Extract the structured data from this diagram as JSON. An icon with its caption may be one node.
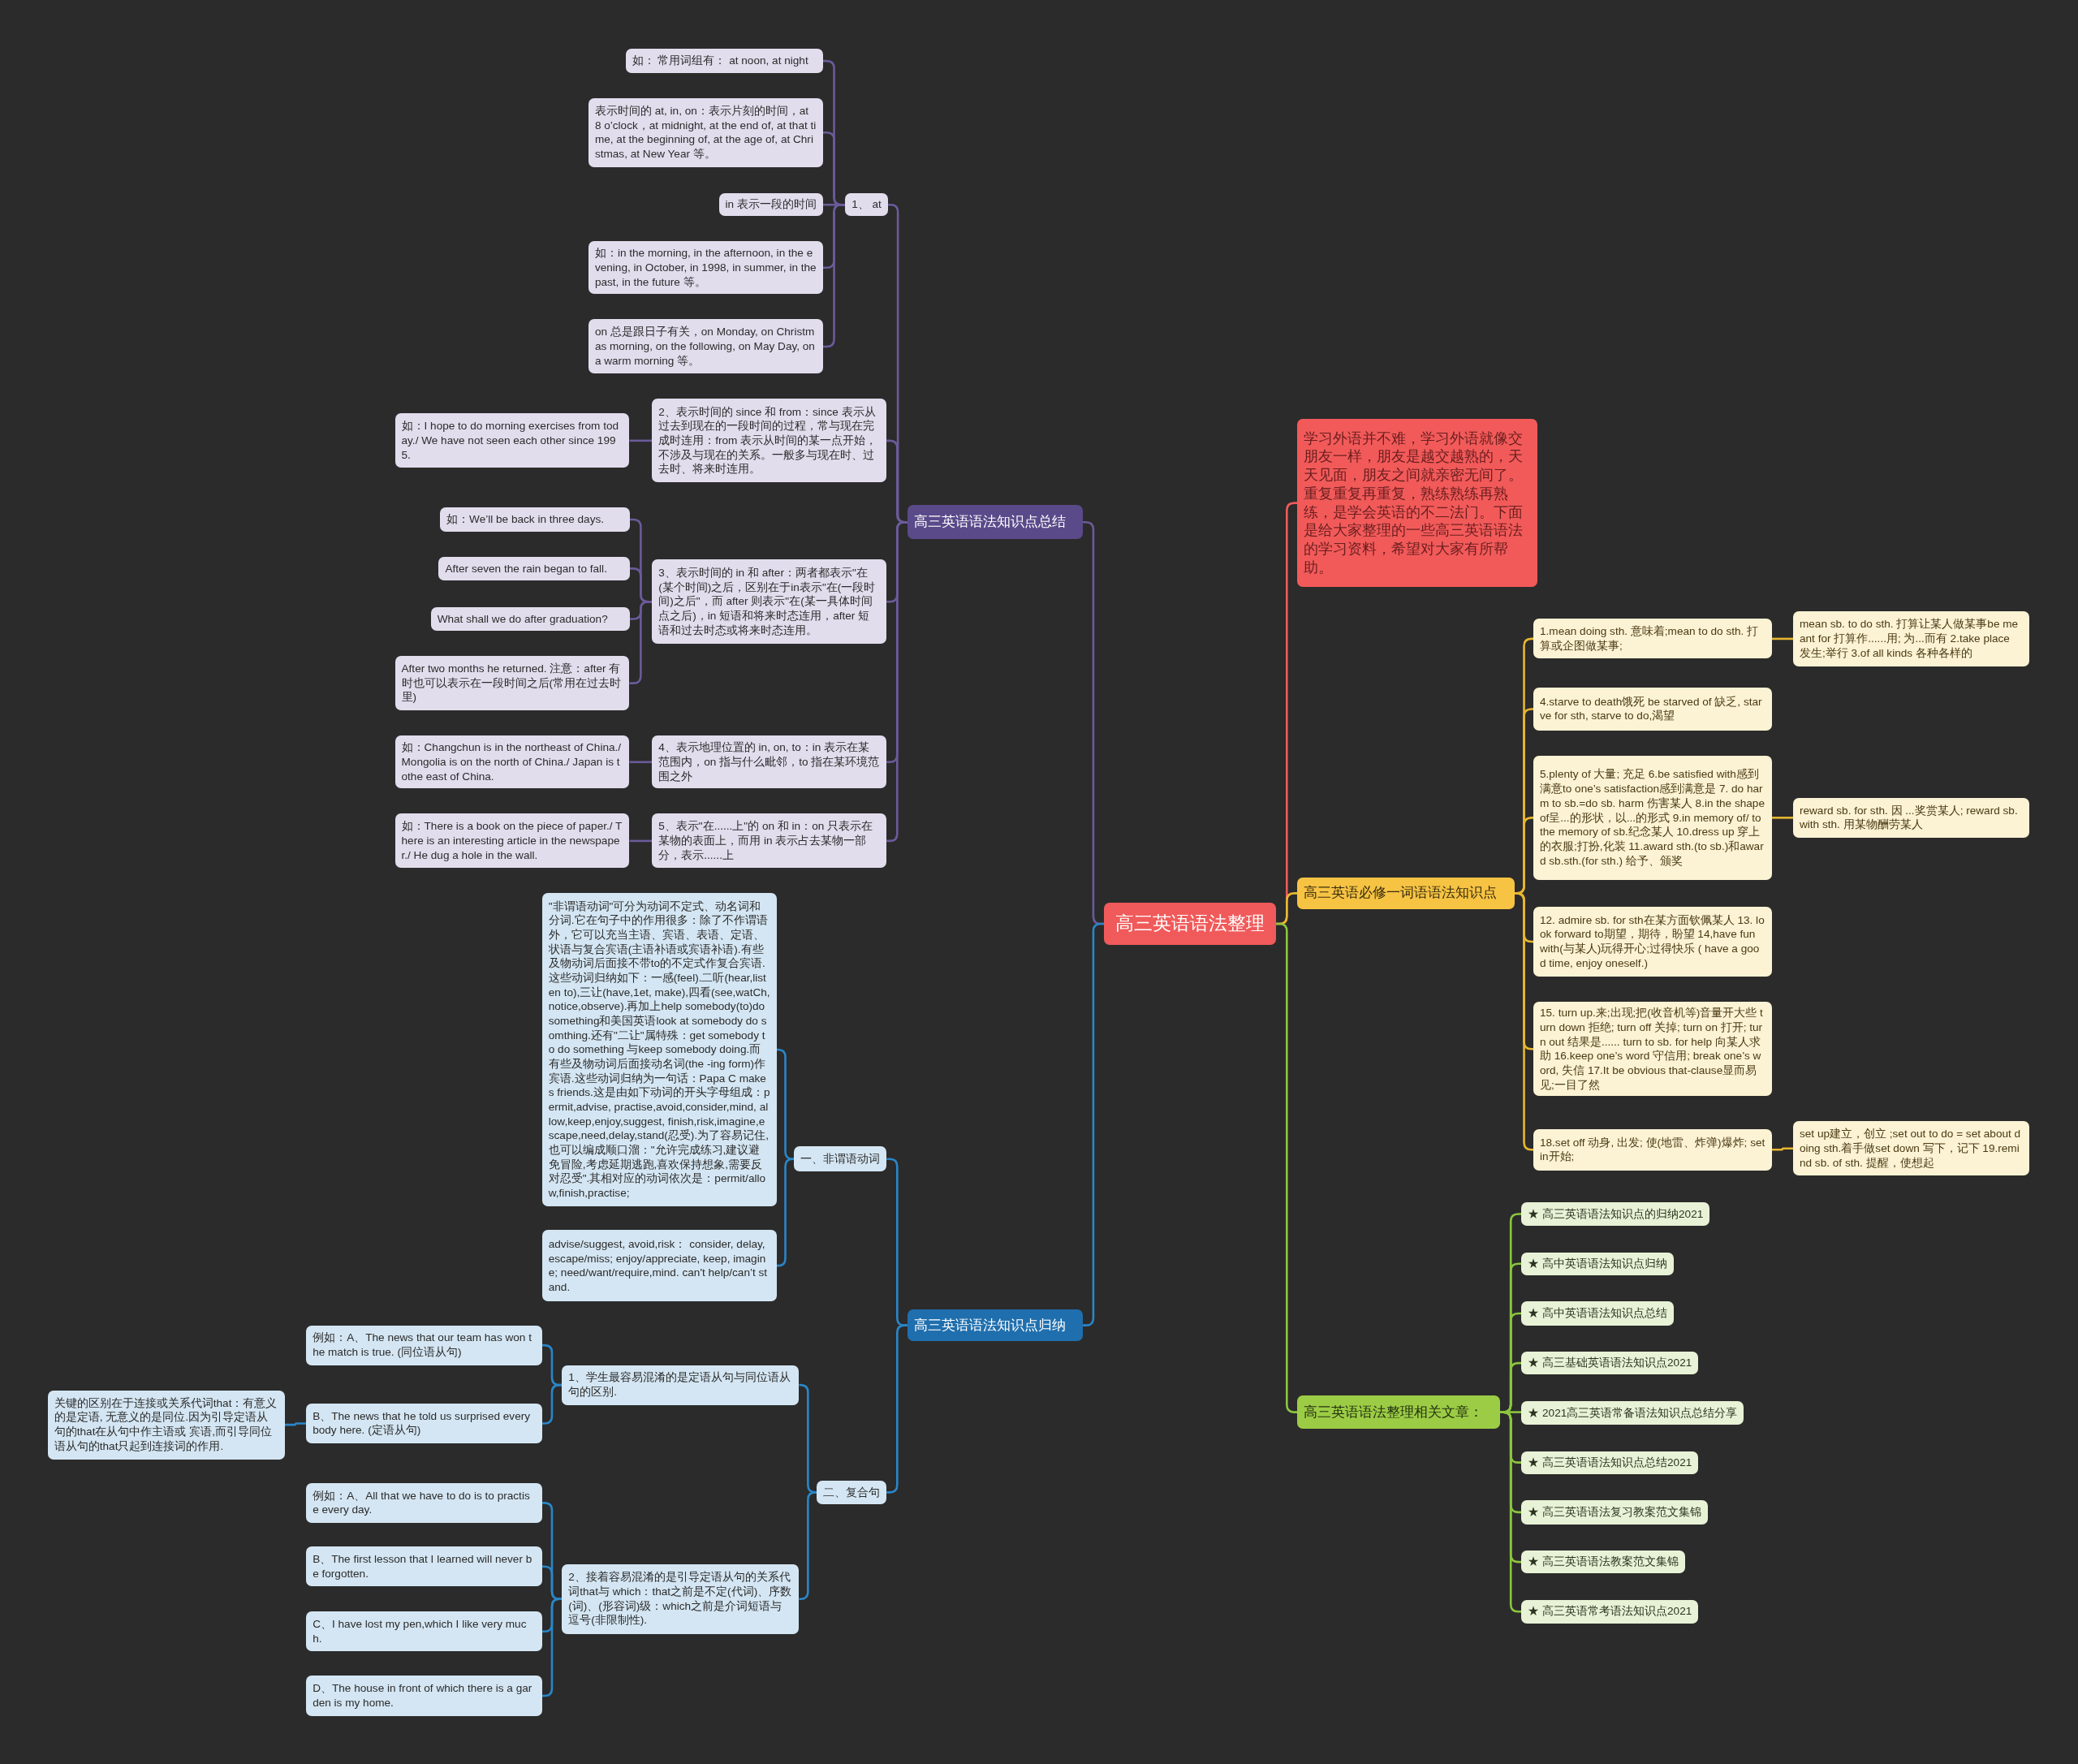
{
  "diagram": {
    "nodes": [
      {
        "text": [
          "高三英语语法整理"
        ]
      },
      {
        "text": [
          "高三英语语法知识点总结"
        ]
      },
      {
        "text": [
          "1、 at"
        ]
      },
      {
        "text": [
          "如： 常用词组有： at noon, at night"
        ]
      },
      {
        "text": [
          "表示时间的 at, in, on：表示片刻的时间，at 8 o’clock，at midnight, at the end of, at that time, at the beginning of, at the age of, at Christmas, at New Year 等。"
        ]
      },
      {
        "text": [
          "in 表示一段的时间"
        ]
      },
      {
        "text": [
          "如：in the morning, in the afternoon, in the evening, in October, in 1998, in summer, in the past, in the future 等。"
        ]
      },
      {
        "text": [
          "on 总是跟日子有关，on Monday, on Christmas morning, on the following, on May Day, on a warm morning 等。"
        ]
      },
      {
        "text": [
          "2、表示时间的 since 和 from：since 表示从过去到现在的一段时间的过程，常与现在完成时连用：from 表示从时间的某一点开始，不涉及与现在的关系。一般多与现在时、过去时、将来时连用。"
        ]
      },
      {
        "text": [
          "如：I hope to do morning exercises from today./ We have not seen each other since 1995."
        ]
      },
      {
        "text": [
          "3、表示时间的 in 和 after：两者都表示\"在(某个时间)之后，区别在于in表示\"在(一段时间)之后\"，而 after 则表示\"在(某一具体时间点之后)，in 短语和将来时态连用，after 短语和过去时态或将来时态连用。"
        ]
      },
      {
        "text": [
          "如：We’ll be back in three days."
        ]
      },
      {
        "text": [
          "After seven the rain began to fall."
        ]
      },
      {
        "text": [
          "What shall we do after graduation?"
        ]
      },
      {
        "text": [
          "After two months he returned. 注意：after 有时也可以表示在一段时间之后(常用在过去时里)"
        ]
      },
      {
        "text": [
          "4、表示地理位置的 in, on, to：in 表示在某范围内，on 指与什么毗邻，to 指在某环境范围之外"
        ]
      },
      {
        "text": [
          "如：Changchun is in the northeast of China./ Mongolia is on the north of China./ Japan is tothe east of China."
        ]
      },
      {
        "text": [
          "5、表示\"在......上\"的 on 和 in：on 只表示在某物的表面上，而用 in 表示占去某物一部分，表示......上"
        ]
      },
      {
        "text": [
          "如：There is a book on the piece of paper./ There is an interesting article in the newspaper./ He dug a hole in the wall."
        ]
      },
      {
        "text": [
          "高三英语语法知识点归纳"
        ]
      },
      {
        "text": [
          "一、非谓语动词"
        ]
      },
      {
        "text": [
          "\"非谓语动词\"可分为动词不定式、动名词和分词.它在句子中的作用很多：除了不作谓语外，它可以充当主语、宾语、表语、定语、状语与复合宾语(主语补语或宾语补语).有些及物动词后面接不带to的不定式作复合宾语.这些动词归纳如下：一感(feel).二听(hear,listen to),三让(have,1et, make),四看(see,watCh,notice,observe).再加上help somebody(to)do something和美国英语look at somebody do somthing.还有\"二让\"属特殊：get somebody to do something 与keep somebody doing.而有些及物动词后面接动名词(the -ing form)作宾语.这些动词归纳为一句话：Papa C makes friends.这是由如下动词的开头字母组成：permit,advise, practise,avoid,consider,mind, allow,keep,enjoy,suggest, finish,risk,imagine,escape,need,delay,stand(忍受).为了容易记住,也可以编成顺口溜：\"允许完成练习,建议避免冒险,考虑延期逃跑,喜欢保持想象,需要反对忍受\".其相对应的动词依次是：permit/allow,finish,practise;"
        ]
      },
      {
        "text": [
          "advise/suggest, avoid,risk： consider, delay, escape/miss; enjoy/appreciate, keep, imagine; need/want/require,mind. can't help/can’t stand."
        ]
      },
      {
        "text": [
          "二、复合句"
        ]
      },
      {
        "text": [
          "1、学生最容易混淆的是定语从句与同位语从句的区别."
        ]
      },
      {
        "text": [
          "例如：A、The news that our team has won the match is true. (同位语从句)"
        ]
      },
      {
        "text": [
          "B、The news that he told us surprised everybody here. (定语从句)"
        ]
      },
      {
        "text": [
          "关键的区别在于连接或关系代词that：有意义的是定语, 无意义的是同位.因为引导定语从句的that在从句中作主语或 宾语,而引导同位语从句的that只起到连接词的作用."
        ]
      },
      {
        "text": [
          "2、接着容易混淆的是引导定语从句的关系代词that与 which：that之前是不定(代词)、序数(词)、(形容词)级：which之前是介词短语与逗号(非限制性)."
        ]
      },
      {
        "text": [
          "例如：A、All that we have to do is to practise every day."
        ]
      },
      {
        "text": [
          "B、The first lesson that I learned will never be forgotten."
        ]
      },
      {
        "text": [
          "C、I have lost my pen,which I like very much."
        ]
      },
      {
        "text": [
          "D、The house in front of which there is a garden is my home."
        ]
      },
      {
        "text": [
          "学习外语并不难，学习外语就像交朋友一样，朋友是越交越熟的，天天见面，朋友之间就亲密无间了。重复重复再重复，熟练熟练再熟练，是学会英语的不二法门。下面是给大家整理的一些高三英语语法的学习资料，希望对大家有所帮助。"
        ]
      },
      {
        "text": [
          "高三英语必修一词语语法知识点"
        ]
      },
      {
        "text": [
          "1.mean doing sth. 意味着;mean to do sth. 打算或企图做某事;"
        ]
      },
      {
        "text": [
          "mean sb. to do sth. 打算让某人做某事be meant for 打算作......用; 为...而有 2.take place 发生;举行 3.of all kinds 各种各样的"
        ]
      },
      {
        "text": [
          "4.starve to death饿死 be starved of 缺乏, starve for sth, starve to do,渴望"
        ]
      },
      {
        "text": [
          "5.plenty of 大量; 充足 6.be satisfied with感到满意to one’s satisfaction感到满意是 7. do harm to sb.=do sb. harm 伤害某人 8.in the shape of呈...的形状，以...的形式 9.in memory of/ to the memory of sb.纪念某人 10.dress up 穿上的衣服;打扮,化装 11.award sth.(to sb.)和award sb.sth.(for sth.) 给予、颁奖"
        ]
      },
      {
        "text": [
          "reward sb. for sth. 因 ...奖赏某人; reward sb. with sth. 用某物酬劳某人"
        ]
      },
      {
        "text": [
          "12. admire sb. for sth在某方面钦佩某人 13. look forward to期望，期待，盼望 14,have fun with(与某人)玩得开心;过得快乐 ( have a good time, enjoy oneself.)"
        ]
      },
      {
        "text": [
          "15. turn up.来;出现;把(收音机等)音量开大些 turn down 拒绝; turn off 关掉; turn on 打开; turn out 结果是...... turn to sb. for help 向某人求助 16.keep one’s word 守信用; break one’s word, 失信 17.It be obvious that-clause显而易见;一目了然"
        ]
      },
      {
        "text": [
          "18.set off 动身, 出发; 使(地雷、炸弹)爆炸; set in开始;"
        ]
      },
      {
        "text": [
          "set up建立，创立 ;set out to do = set about doing sth.着手做set down 写下，记下 19.remind sb. of sth. 提醒，使想起"
        ]
      },
      {
        "text": [
          "高三英语语法整理相关文章："
        ]
      },
      {
        "text": [
          "★ 高三英语语法知识点的归纳2021"
        ]
      },
      {
        "text": [
          "★ 高中英语语法知识点归纳"
        ]
      },
      {
        "text": [
          "★ 高中英语语法知识点总结"
        ]
      },
      {
        "text": [
          "★ 高三基础英语语法知识点2021"
        ]
      },
      {
        "text": [
          "★ 2021高三英语常备语法知识点总结分享"
        ]
      },
      {
        "text": [
          "★ 高三英语语法知识点总结2021"
        ]
      },
      {
        "text": [
          "★ 高三英语语法复习教案范文集锦"
        ]
      },
      {
        "text": [
          "★ 高三英语语法教案范文集锦"
        ]
      },
      {
        "text": [
          "★ 高三英语常考语法知识点2021"
        ]
      }
    ],
    "edges": [
      {
        "from": 0,
        "to": 1,
        "arrow": "none",
        "color": "#6b5b9a"
      },
      {
        "from": 1,
        "to": 2,
        "arrow": "none",
        "color": "#6b5b9a"
      },
      {
        "from": 2,
        "to": 3,
        "arrow": "none",
        "color": "#6b5b9a"
      },
      {
        "from": 2,
        "to": 4,
        "arrow": "none",
        "color": "#6b5b9a"
      },
      {
        "from": 2,
        "to": 5,
        "arrow": "none",
        "color": "#6b5b9a"
      },
      {
        "from": 2,
        "to": 6,
        "arrow": "none",
        "color": "#6b5b9a"
      },
      {
        "from": 2,
        "to": 7,
        "arrow": "none",
        "color": "#6b5b9a"
      },
      {
        "from": 1,
        "to": 8,
        "arrow": "none",
        "color": "#6b5b9a"
      },
      {
        "from": 8,
        "to": 9,
        "arrow": "none",
        "color": "#6b5b9a"
      },
      {
        "from": 1,
        "to": 10,
        "arrow": "none",
        "color": "#6b5b9a"
      },
      {
        "from": 10,
        "to": 11,
        "arrow": "none",
        "color": "#6b5b9a"
      },
      {
        "from": 10,
        "to": 12,
        "arrow": "none",
        "color": "#6b5b9a"
      },
      {
        "from": 10,
        "to": 13,
        "arrow": "none",
        "color": "#6b5b9a"
      },
      {
        "from": 10,
        "to": 14,
        "arrow": "none",
        "color": "#6b5b9a"
      },
      {
        "from": 1,
        "to": 15,
        "arrow": "none",
        "color": "#6b5b9a"
      },
      {
        "from": 15,
        "to": 16,
        "arrow": "none",
        "color": "#6b5b9a"
      },
      {
        "from": 1,
        "to": 17,
        "arrow": "none",
        "color": "#6b5b9a"
      },
      {
        "from": 17,
        "to": 18,
        "arrow": "none",
        "color": "#6b5b9a"
      },
      {
        "from": 0,
        "to": 19,
        "arrow": "none",
        "color": "#2a86c8"
      },
      {
        "from": 19,
        "to": 20,
        "arrow": "none",
        "color": "#2a86c8"
      },
      {
        "from": 20,
        "to": 21,
        "arrow": "none",
        "color": "#2a86c8"
      },
      {
        "from": 20,
        "to": 22,
        "arrow": "none",
        "color": "#2a86c8"
      },
      {
        "from": 19,
        "to": 23,
        "arrow": "none",
        "color": "#2a86c8"
      },
      {
        "from": 23,
        "to": 24,
        "arrow": "none",
        "color": "#2a86c8"
      },
      {
        "from": 24,
        "to": 25,
        "arrow": "none",
        "color": "#2a86c8"
      },
      {
        "from": 24,
        "to": 26,
        "arrow": "none",
        "color": "#2a86c8"
      },
      {
        "from": 26,
        "to": 27,
        "arrow": "none",
        "color": "#2a86c8"
      },
      {
        "from": 23,
        "to": 28,
        "arrow": "none",
        "color": "#2a86c8"
      },
      {
        "from": 28,
        "to": 29,
        "arrow": "none",
        "color": "#2a86c8"
      },
      {
        "from": 28,
        "to": 30,
        "arrow": "none",
        "color": "#2a86c8"
      },
      {
        "from": 28,
        "to": 31,
        "arrow": "none",
        "color": "#2a86c8"
      },
      {
        "from": 28,
        "to": 32,
        "arrow": "none",
        "color": "#2a86c8"
      },
      {
        "from": 0,
        "to": 33,
        "arrow": "none",
        "color": "#f05a5a"
      },
      {
        "from": 0,
        "to": 34,
        "arrow": "none",
        "color": "#e8b730"
      },
      {
        "from": 34,
        "to": 35,
        "arrow": "none",
        "color": "#e8b730"
      },
      {
        "from": 35,
        "to": 36,
        "arrow": "none",
        "color": "#e8b730"
      },
      {
        "from": 34,
        "to": 37,
        "arrow": "none",
        "color": "#e8b730"
      },
      {
        "from": 34,
        "to": 38,
        "arrow": "none",
        "color": "#e8b730"
      },
      {
        "from": 38,
        "to": 39,
        "arrow": "none",
        "color": "#e8b730"
      },
      {
        "from": 34,
        "to": 40,
        "arrow": "none",
        "color": "#e8b730"
      },
      {
        "from": 34,
        "to": 41,
        "arrow": "none",
        "color": "#e8b730"
      },
      {
        "from": 34,
        "to": 42,
        "arrow": "none",
        "color": "#e8b730"
      },
      {
        "from": 42,
        "to": 43,
        "arrow": "none",
        "color": "#e8b730"
      },
      {
        "from": 0,
        "to": 44,
        "arrow": "none",
        "color": "#8cc63f"
      },
      {
        "from": 44,
        "to": 45,
        "arrow": "none",
        "color": "#8cc63f"
      },
      {
        "from": 44,
        "to": 46,
        "arrow": "none",
        "color": "#8cc63f"
      },
      {
        "from": 44,
        "to": 47,
        "arrow": "none",
        "color": "#8cc63f"
      },
      {
        "from": 44,
        "to": 48,
        "arrow": "none",
        "color": "#8cc63f"
      },
      {
        "from": 44,
        "to": 49,
        "arrow": "none",
        "color": "#8cc63f"
      },
      {
        "from": 44,
        "to": 50,
        "arrow": "none",
        "color": "#8cc63f"
      },
      {
        "from": 44,
        "to": 51,
        "arrow": "none",
        "color": "#8cc63f"
      },
      {
        "from": 44,
        "to": 52,
        "arrow": "none",
        "color": "#8cc63f"
      },
      {
        "from": 44,
        "to": 53,
        "arrow": "none",
        "color": "#8cc63f"
      }
    ]
  }
}
